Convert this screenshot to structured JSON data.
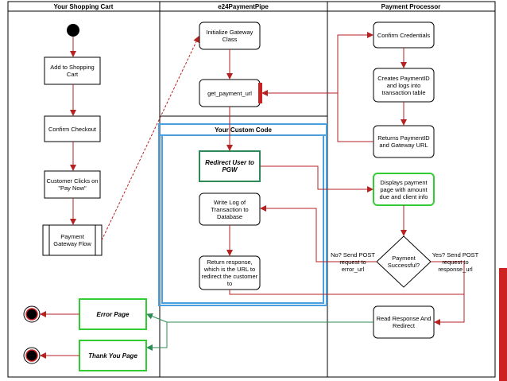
{
  "lanes": {
    "shopping_cart": "Your Shopping Cart",
    "payment_pipe": "e24PaymentPipe",
    "payment_processor": "Payment Processor",
    "custom_code": "Your Custom Code"
  },
  "nodes": {
    "add_to_cart": "Add to Shopping Cart",
    "confirm_checkout": "Confirm Checkout",
    "pay_now": "Customer Clicks on \"Pay Now\"",
    "payment_flow": "Payment Gateway Flow",
    "error_page": "Error Page",
    "thank_you_page": "Thank You Page",
    "init_gateway": "Initialize Gateway Class",
    "get_payment_url": "get_payment_url",
    "redirect_user": "Redirect User to PGW",
    "write_log": "Write Log of Transaction to Database",
    "return_response": "Return response, which is the URL to redirect the customer to",
    "confirm_credentials": "Confirm Credentials",
    "create_payment_id": "Creates PaymentID and logs into transaction table",
    "return_payment_id": "Returns PaymentID and Gateway URL",
    "display_payment_page": "Displays payment page with amount due and client info",
    "payment_successful": "Payment Successful?",
    "read_response": "Read Response And Redirect"
  },
  "labels": {
    "no_branch": "No? Send POST request to error_url",
    "yes_branch": "Yes? Send POST request to response_url"
  },
  "colors": {
    "arrow": "#b52222",
    "green_border": "#33cc33",
    "green_arrow": "#2e8b57",
    "blue_border": "#4a9fe0",
    "accent": "#cc2222"
  }
}
